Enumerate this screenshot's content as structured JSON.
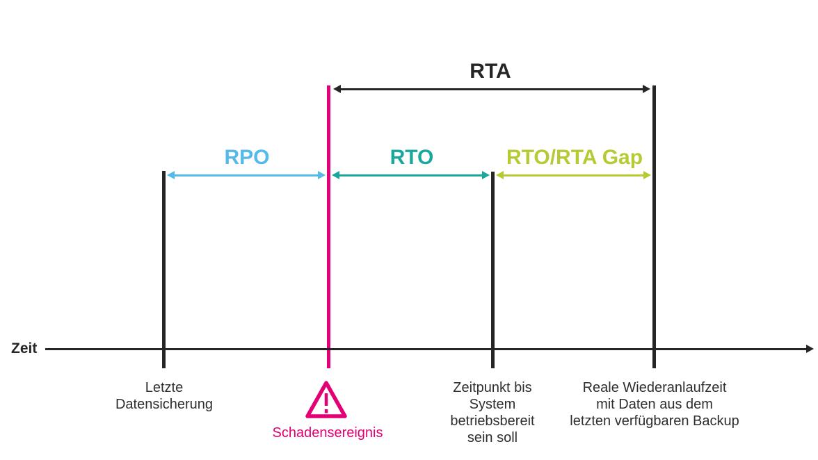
{
  "colors": {
    "ink": "#262626",
    "magenta": "#e20074",
    "blue": "#53baea",
    "teal": "#19a89b",
    "lime": "#b7ca33"
  },
  "diagram": {
    "axis_label": "Zeit",
    "spans": {
      "rta": "RTA",
      "rpo": "RPO",
      "rto": "RTO",
      "gap": "RTO/RTA Gap"
    },
    "milestones": {
      "backup": {
        "lines": [
          "Letzte",
          "Datensicherung"
        ]
      },
      "event": {
        "label": "Schadensereignis",
        "icon": "warning-triangle"
      },
      "target": {
        "lines": [
          "Zeitpunkt bis",
          "System",
          "betriebsbereit",
          "sein soll"
        ]
      },
      "actual": {
        "lines": [
          "Reale Wiederanlaufzeit",
          "mit Daten aus dem",
          "letzten verfügbaren Backup"
        ]
      }
    }
  }
}
